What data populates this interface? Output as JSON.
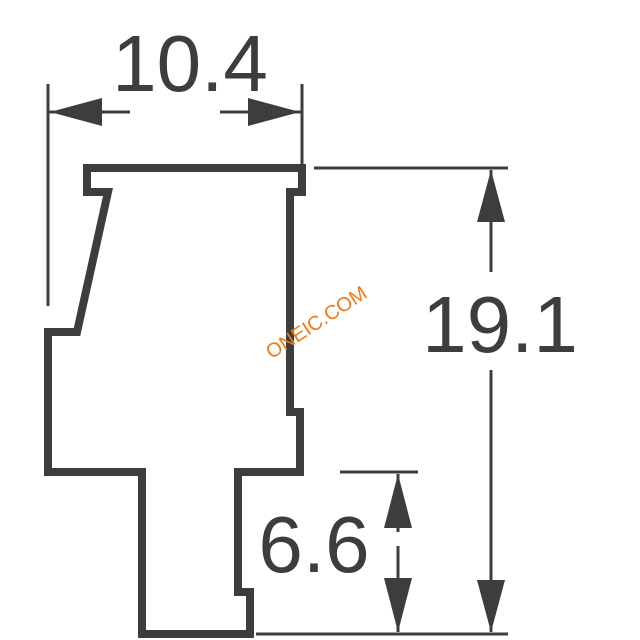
{
  "dimensions": {
    "width_top": "10.4",
    "height_total": "19.1",
    "height_stem": "6.6"
  },
  "watermark": {
    "text": "ONEIC.COM",
    "color": "#f07a1a"
  },
  "colors": {
    "line": "#3d3d3d",
    "background": "#ffffff"
  }
}
